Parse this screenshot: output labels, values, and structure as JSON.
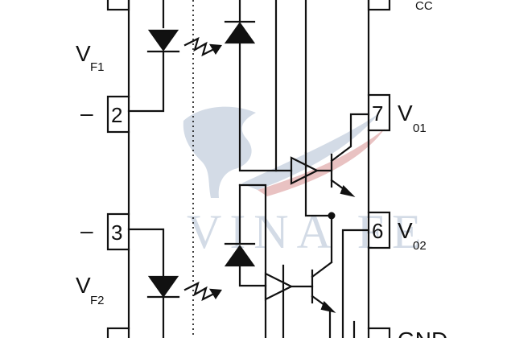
{
  "diagram": {
    "watermark": {
      "text": "VINA FE"
    },
    "pins": [
      {
        "number": "2",
        "sign": "–"
      },
      {
        "number": "3",
        "sign": "–"
      },
      {
        "number": "7"
      },
      {
        "number": "6"
      }
    ],
    "labels": {
      "vf1_main": "V",
      "vf1_sub": "F1",
      "vf2_main": "V",
      "vf2_sub": "F2",
      "v01_main": "V",
      "v01_sub": "01",
      "v02_main": "V",
      "v02_sub": "02",
      "vcc_sub": "CC",
      "gnd": "GND"
    },
    "colors": {
      "line": "#111111",
      "watermark_blue": "#9fb0c8",
      "watermark_red": "#d07a7a"
    }
  }
}
